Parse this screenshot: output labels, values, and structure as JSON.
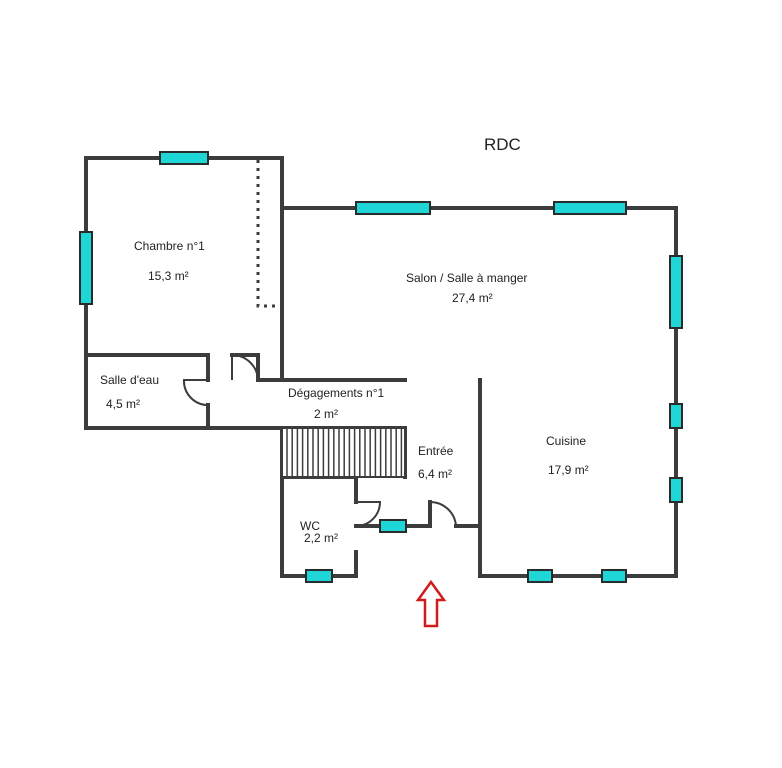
{
  "plan": {
    "title": "RDC",
    "window_color": "#1ed6d6",
    "arrow_color": "#d11a1a",
    "rooms": {
      "chambre": {
        "name": "Chambre n°1",
        "area": "15,3  m²"
      },
      "salon": {
        "name": "Salon / Salle à manger",
        "area": "27,4  m²"
      },
      "salle_eau": {
        "name": "Salle d'eau",
        "area": "4,5  m²"
      },
      "degagements": {
        "name": "Dégagements n°1",
        "area": "2  m²"
      },
      "entree": {
        "name": "Entrée",
        "area": "6,4  m²"
      },
      "cuisine": {
        "name": "Cuisine",
        "area": "17,9  m²"
      },
      "wc": {
        "name": "WC",
        "area": "2,2  m²"
      }
    }
  }
}
